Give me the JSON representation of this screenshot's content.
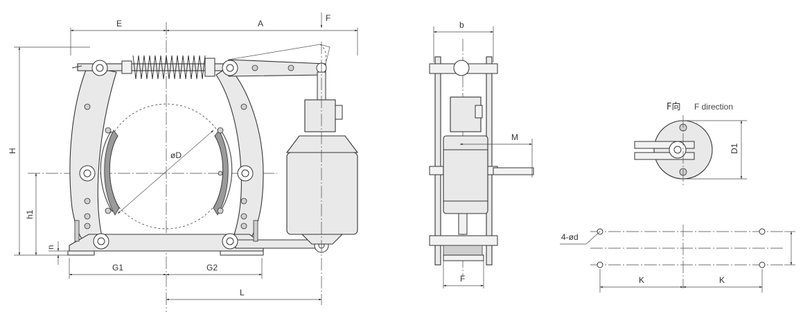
{
  "front_view": {
    "labels": {
      "E": "E",
      "A": "A",
      "F": "F",
      "H": "H",
      "h1": "h1",
      "n": "n",
      "G1": "G1",
      "G2": "G2",
      "L": "L",
      "D": "øD"
    }
  },
  "side_view": {
    "labels": {
      "b": "b",
      "M": "M",
      "F": "F"
    }
  },
  "f_view": {
    "title": "F向",
    "subtitle": "F direction",
    "labels": {
      "D1": "D1"
    }
  },
  "hole_view": {
    "labels": {
      "hole": "4-ød",
      "K_left": "K",
      "K_right": "K"
    }
  }
}
